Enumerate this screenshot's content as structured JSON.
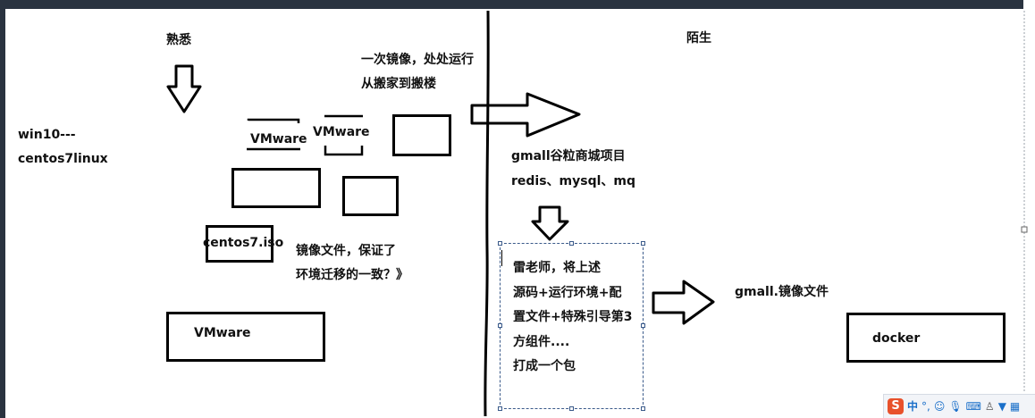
{
  "diagram": {
    "left": {
      "heading": "熟悉",
      "os_line1": "win10---",
      "os_line2": "centos7linux",
      "vmware_label_1": "VMware",
      "vmware_label_2": "VMware",
      "iso_label": "centos7.iso",
      "image_note_line1": "镜像文件，保证了",
      "image_note_line2": "环境迁移的一致？》",
      "vmware_box_label": "VMware"
    },
    "middle": {
      "slogan_line1": "一次镜像，处处运行",
      "slogan_line2": "从搬家到搬楼",
      "project_line1": "gmall谷粒商城项目",
      "project_line2": "redis、mysql、mq"
    },
    "right": {
      "heading": "陌生",
      "selected_text": [
        "雷老师，将上述",
        "源码+运行环境+配",
        "置文件+特殊引导第3",
        "方组件....",
        "打成一个包"
      ],
      "image_label": "gmall.镜像文件",
      "docker_label": "docker"
    }
  },
  "ime_toolbar": {
    "logo": "S",
    "lang": "中",
    "punct": "°,",
    "colors": {
      "logo_bg": "#e8512b",
      "lang": "#1a6fc9"
    }
  }
}
